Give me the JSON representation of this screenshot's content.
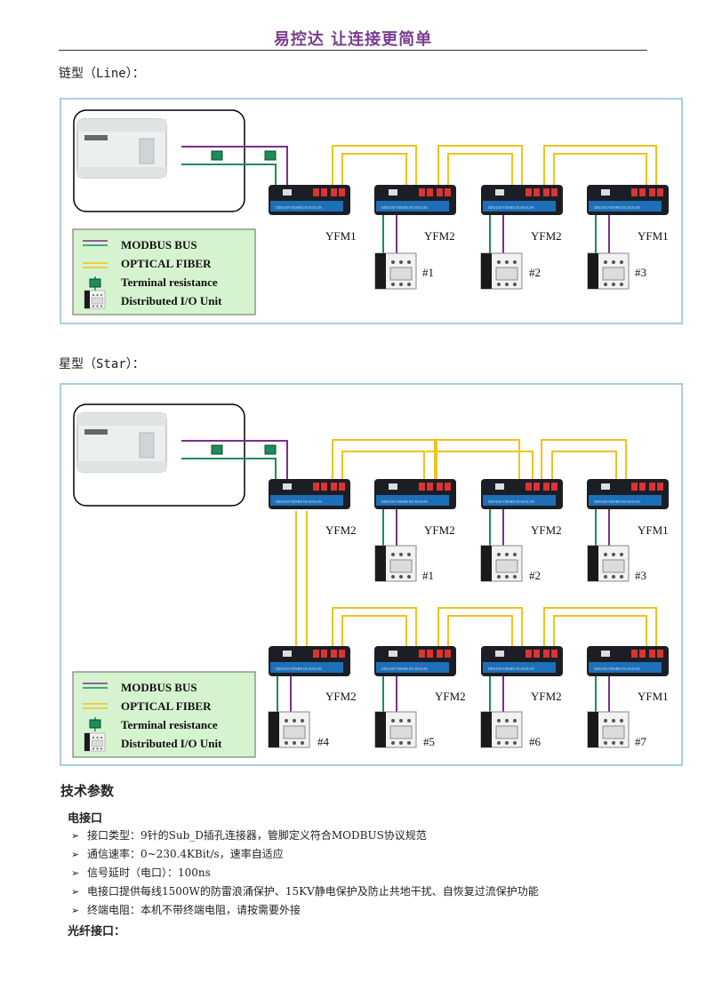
{
  "header": {
    "title": "易控达  让连接更简单"
  },
  "sections": [
    {
      "label": "链型（Line）：",
      "modules": [
        {
          "label": "YFM1",
          "device": "#1"
        },
        {
          "label": "YFM2",
          "device": "#2"
        },
        {
          "label": "YFM2",
          "device": "#3"
        },
        {
          "label": "YFM1",
          "device": ""
        }
      ],
      "legend": [
        "MODBUS BUS",
        "OPTICAL FIBER",
        "Terminal resistance",
        "Distributed I/O Unit"
      ]
    },
    {
      "label": "星型（Star）：",
      "rows": [
        {
          "modules": [
            {
              "label": "YFM2",
              "device": "#1"
            },
            {
              "label": "YFM2",
              "device": "#2"
            },
            {
              "label": "YFM2",
              "device": "#3"
            },
            {
              "label": "YFM1",
              "device": ""
            }
          ]
        },
        {
          "modules": [
            {
              "label": "YFM2",
              "device": "#4"
            },
            {
              "label": "YFM2",
              "device": "#5"
            },
            {
              "label": "YFM2",
              "device": "#6"
            },
            {
              "label": "YFM1",
              "device": "#7"
            }
          ]
        }
      ],
      "legend": [
        "MODBUS BUS",
        "OPTICAL FIBER",
        "Terminal resistance",
        "Distributed I/O Unit"
      ]
    }
  ],
  "colors": {
    "modbus": "#7b2f8e",
    "fiber": "#f2c21a",
    "terminal": "#1e8c5a",
    "frame": "#a9cdea"
  },
  "specs": {
    "title": "技术参数",
    "electrical_heading": "电接口",
    "items": [
      "接口类型：9针的Sub_D插孔连接器，管脚定义符合MODBUS协议规范",
      "通信速率：0~230.4KBit/s，速率自适应",
      "信号延时（电口）：100ns",
      "电接口提供每线1500W的防雷浪涌保护、15KV静电保护及防止共地干扰、自恢复过流保护功能",
      "终端电阻：本机不带终端电阻，请按需要外接"
    ],
    "optical_heading": "光纤接口："
  }
}
